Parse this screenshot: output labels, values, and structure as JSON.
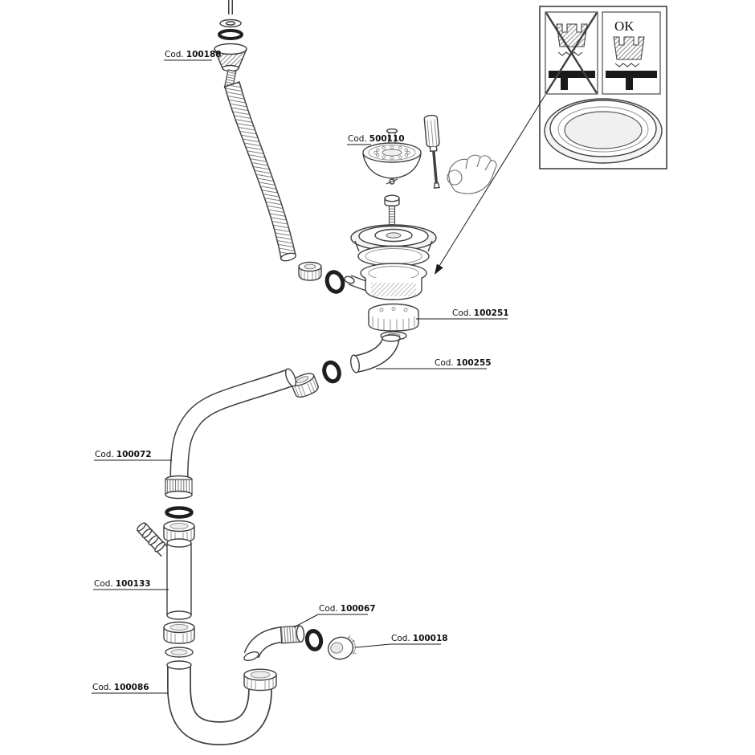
{
  "diagram": {
    "type": "exploded-parts-diagram",
    "labels": {
      "l100188": {
        "prefix": "Cod.",
        "code": "100188"
      },
      "l500110": {
        "prefix": "Cod.",
        "code": "500110"
      },
      "l100251": {
        "prefix": "Cod.",
        "code": "100251"
      },
      "l100255": {
        "prefix": "Cod.",
        "code": "100255"
      },
      "l100072": {
        "prefix": "Cod.",
        "code": "100072"
      },
      "l100133": {
        "prefix": "Cod.",
        "code": "100133"
      },
      "l100067": {
        "prefix": "Cod.",
        "code": "100067"
      },
      "l100018": {
        "prefix": "Cod.",
        "code": "100018"
      },
      "l100086": {
        "prefix": "Cod.",
        "code": "100086"
      }
    },
    "inset": {
      "ok_label": "OK"
    },
    "colors": {
      "line": "#3f3f3f",
      "oring": "#1e1e1e",
      "background": "#ffffff"
    }
  }
}
